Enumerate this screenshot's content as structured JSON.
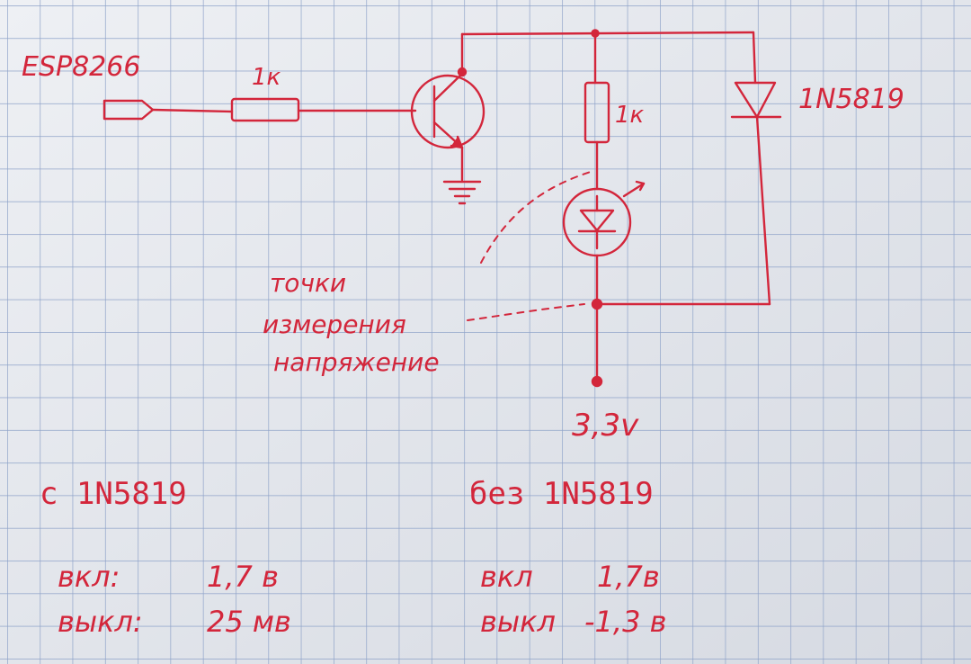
{
  "colors": {
    "ink": "#d3263b",
    "grid": "#8fa3c9",
    "paper": "#e3e6ec"
  },
  "schematic": {
    "mcu_label": "ESP8266",
    "base_resistor_label": "1к",
    "led_resistor_label": "1к",
    "diode_label": "1N5819",
    "supply_label": "3,3v",
    "ground_icon": "ground-symbol",
    "annotation_lines": [
      "точки",
      "измерения",
      "напряжение"
    ]
  },
  "measurements": {
    "with_diode": {
      "title": "с 1N5819",
      "rows": [
        {
          "label": "вкл:",
          "value": "1,7 в"
        },
        {
          "label": "выкл:",
          "value": "25 мв"
        }
      ]
    },
    "without_diode": {
      "title": "без 1N5819",
      "rows": [
        {
          "label": "вкл",
          "value": "1,7в"
        },
        {
          "label": "выкл",
          "value": "-1,3 в"
        }
      ]
    }
  }
}
